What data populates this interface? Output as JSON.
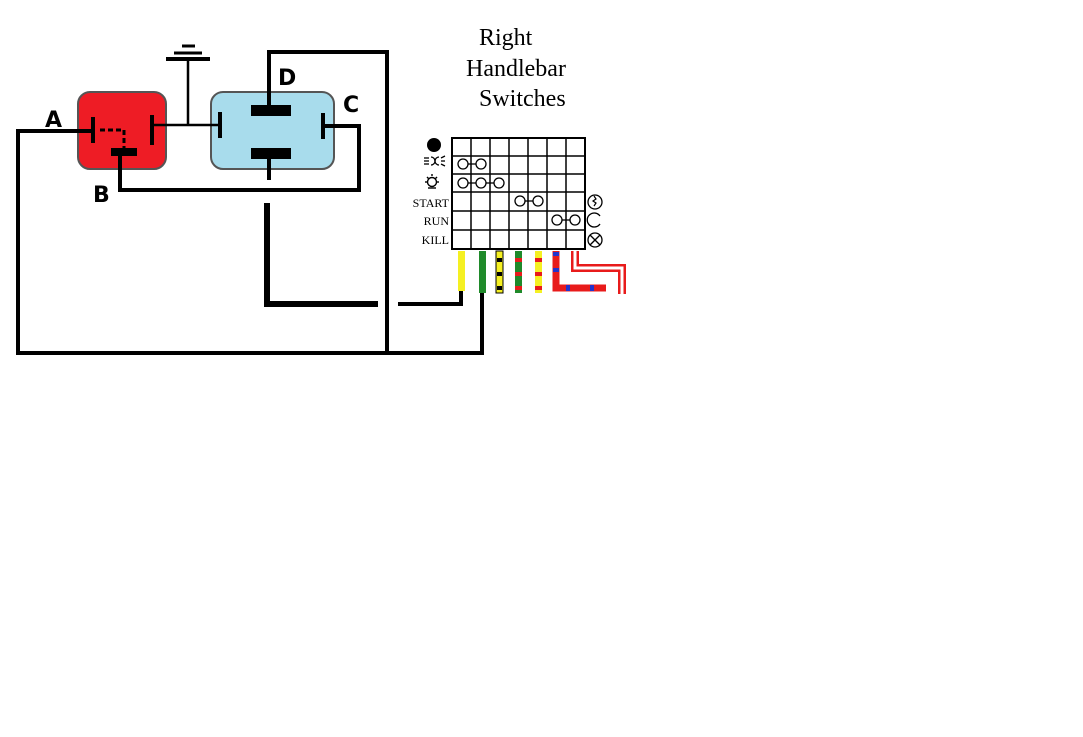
{
  "title": {
    "line1": "Right",
    "line2": "Handlebar",
    "line3": "Switches"
  },
  "terminals": {
    "a": "A",
    "b": "B",
    "c": "C",
    "d": "D"
  },
  "switch_rows": [
    "START",
    "RUN",
    "KILL"
  ],
  "colors": {
    "relay_left_fill": "#ee1c25",
    "relay_right_fill": "#a8dcec",
    "wire": "#000000",
    "lead_yellow": "#f5f022",
    "lead_green": "#1f8a2a",
    "lead_red": "#e81b1b",
    "lead_blue": "#2233cc"
  },
  "icons": {
    "headlight": "headlight-icon",
    "lamp": "lamp-icon",
    "starter": "starter-icon",
    "run": "run-icon",
    "kill": "kill-icon",
    "ground": "ground-icon"
  }
}
